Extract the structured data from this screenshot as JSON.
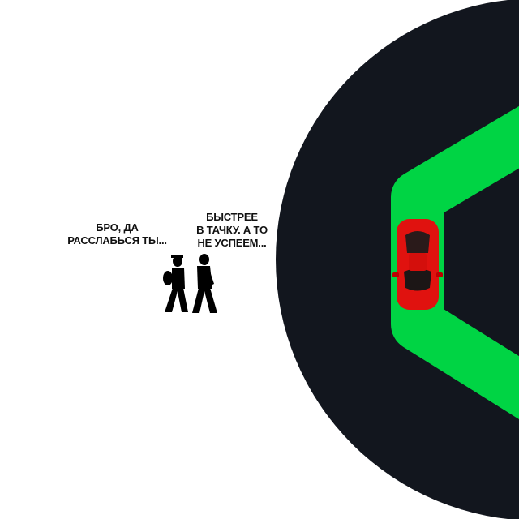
{
  "captions": {
    "friend_one": {
      "line1": "БРО, ДА",
      "line2": "РАССЛАБЬСЯ ТЫ..."
    },
    "friend_two": {
      "line1": "БЫСТРЕЕ",
      "line2": "В ТАЧКУ. А ТО",
      "line3": "НЕ УСПЕЕМ..."
    }
  },
  "colors": {
    "background": "#ffffff",
    "disc": "#12161e",
    "track": "#00d444",
    "car": "#e0120f"
  }
}
